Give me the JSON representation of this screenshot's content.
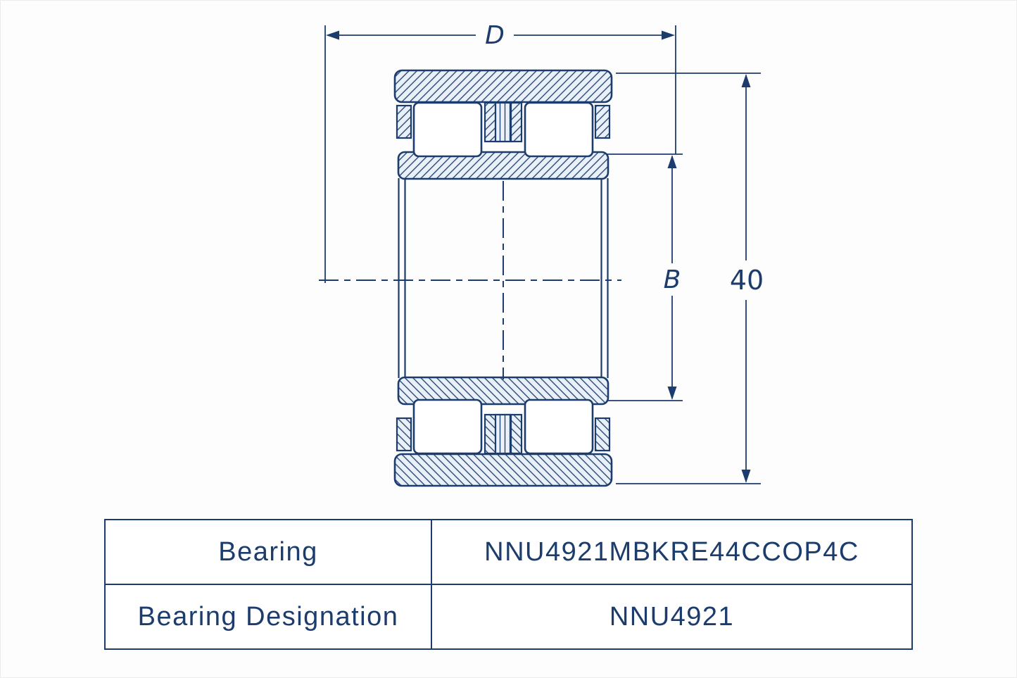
{
  "colors": {
    "ink": "#1b3c6d",
    "hatch_fill": "#eaf0f7",
    "background": "#fdfdfd"
  },
  "diagram": {
    "labels": {
      "outer_diameter": "D",
      "inner_width": "B",
      "width": "40"
    }
  },
  "table": {
    "rows": [
      {
        "label": "Bearing",
        "value": "NNU4921MBKRE44CCOP4C"
      },
      {
        "label": "Bearing Designation",
        "value": "NNU4921"
      }
    ]
  }
}
